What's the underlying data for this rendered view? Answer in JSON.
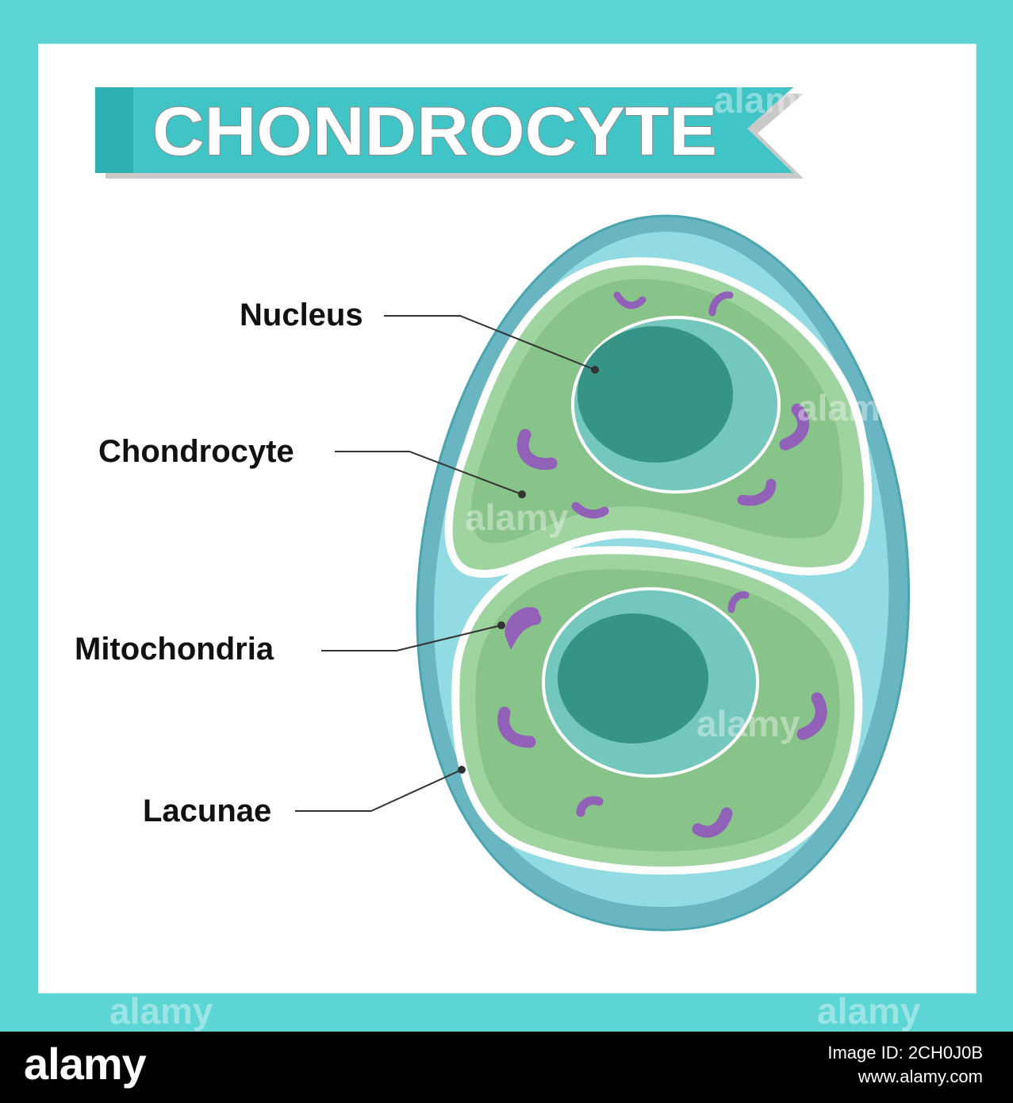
{
  "title": "CHONDROCYTE",
  "labels": {
    "nucleus": "Nucleus",
    "chondrocyte": "Chondrocyte",
    "mitochondria": "Mitochondria",
    "lacunae": "Lacunae"
  },
  "watermark": "alamy",
  "footer": {
    "logo": "alamy",
    "image_id": "Image ID: 2CH0J0B",
    "site": "www.alamy.com"
  },
  "colors": {
    "frame": "#5cd5d4",
    "banner": "#41c4c5",
    "matrix_outer": "#6ab5c2",
    "lacuna_fill": "#93dbe3",
    "cytoplasm": "#88c389",
    "nucleus_outer": "#73c7bc",
    "nucleus_inner": "#359486",
    "mitochondria": "#9161b8"
  }
}
